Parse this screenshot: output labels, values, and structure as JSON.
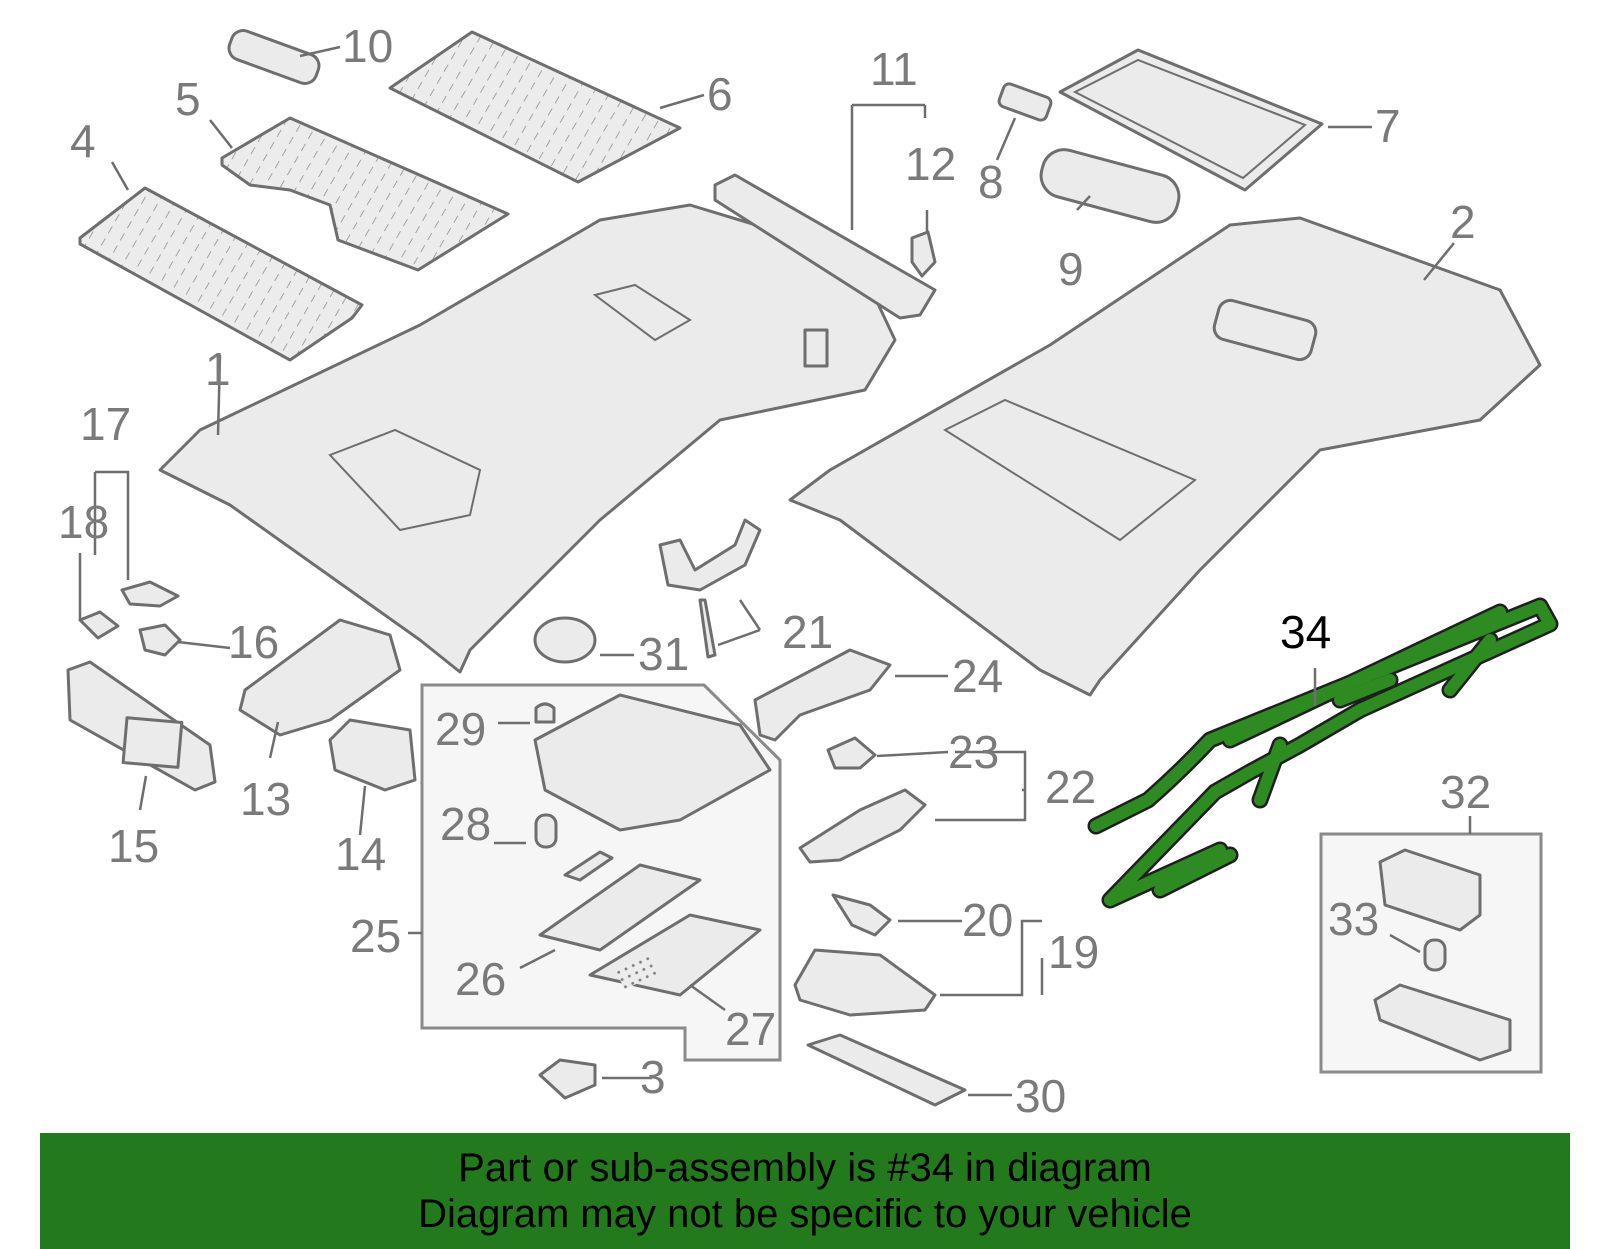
{
  "callouts": [
    "1",
    "2",
    "3",
    "4",
    "5",
    "6",
    "7",
    "8",
    "9",
    "10",
    "11",
    "12",
    "13",
    "14",
    "15",
    "16",
    "17",
    "18",
    "19",
    "20",
    "21",
    "22",
    "23",
    "24",
    "25",
    "26",
    "27",
    "28",
    "29",
    "30",
    "31",
    "32",
    "33",
    "34"
  ],
  "highlight_callout": "34",
  "colors": {
    "banner": "#237a1d",
    "harness_fill": "#2e8b22",
    "part_stroke": "#6e6e6e",
    "callout_text": "#7a7a7a",
    "highlight_text": "#000000"
  },
  "banner": {
    "line1": "Part or sub-assembly is #34 in diagram",
    "line2": "Diagram may not be specific to your vehicle"
  }
}
